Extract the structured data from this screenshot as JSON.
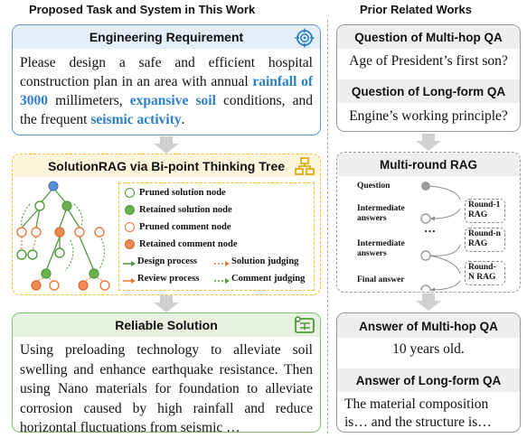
{
  "left_header": "Proposed Task and System in This Work",
  "right_header": "Prior Related Works",
  "engineering": {
    "title": "Engineering Requirement",
    "text_pre": "Please design a safe and efficient hospital construction plan in an area with annual ",
    "hl1": "rainfall of 3000",
    "text_mid1": " millimeters, ",
    "hl2": "expansive soil",
    "text_mid2": " conditions, and the frequent ",
    "hl3": "seismic activity",
    "text_end": "."
  },
  "solutionrag": {
    "title": "SolutionRAG via Bi-point Thinking Tree",
    "legend": {
      "pruned_solution": "Pruned solution node",
      "retained_solution": "Retained solution node",
      "pruned_comment": "Pruned comment node",
      "retained_comment": "Retained comment node",
      "design": "Design process",
      "solution_judging": "Solution judging",
      "review": "Review process",
      "comment_judging": "Comment judging"
    }
  },
  "reliable": {
    "title": "Reliable Solution",
    "text": "Using preloading technology to alleviate soil swelling and enhance earthquake resistance. Then using Nano materials for foundation to alleviate corrosion caused by high rainfall and reduce horizontal fluctuations from seismic …"
  },
  "questions": {
    "multihop_title": "Question of Multi-hop QA",
    "multihop_text": "Age of President’s first son?",
    "longform_title": "Question of Long-form QA",
    "longform_text": "Engine’s working principle?"
  },
  "multiround": {
    "title": "Multi-round RAG",
    "question": "Question",
    "intermediate1": "Intermediate answers",
    "intermediate2": "Intermediate answers",
    "final": "Final answer",
    "dots": "…",
    "round1": "Round-1 RAG",
    "roundn": "Round-n RAG",
    "roundN": "Round-N RAG"
  },
  "answers": {
    "multihop_title": "Answer of Multi-hop QA",
    "multihop_text": "10 years old.",
    "longform_title": "Answer of Long-form QA",
    "longform_text": "The material composition is… and the structure is…"
  },
  "colors": {
    "blue_border": "#5b9bd5",
    "blue_fill": "#e3eef9",
    "yellow_border": "#f2c233",
    "yellow_fill": "#fdf6dc",
    "green_border": "#7fbf6a",
    "green_fill": "#e6f2df",
    "grey_border": "#9a9a9a",
    "grey_fill": "#eeeeee",
    "highlight": "#2a7fc8",
    "node_green": "#6ab04c",
    "node_orange": "#ee8a55",
    "node_blue": "#5b8fd4"
  }
}
